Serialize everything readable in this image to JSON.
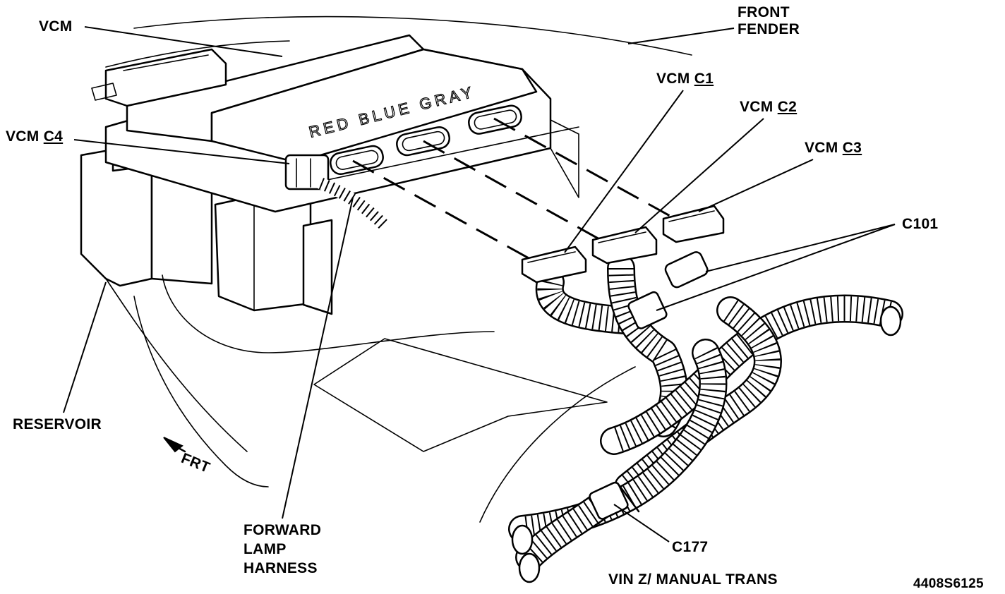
{
  "labels": {
    "vcm": "VCM",
    "front_fender_line1": "FRONT",
    "front_fender_line2": "FENDER",
    "vcm_c1_prefix": "VCM",
    "vcm_c1_code": "C1",
    "vcm_c2_prefix": "VCM",
    "vcm_c2_code": "C2",
    "vcm_c3_prefix": "VCM",
    "vcm_c3_code": "C3",
    "vcm_c4_prefix": "VCM",
    "vcm_c4_code": "C4",
    "c101": "C101",
    "reservoir": "RESERVOIR",
    "frt": "FRT",
    "forward_lamp_line1": "FORWARD",
    "forward_lamp_line2": "LAMP",
    "forward_lamp_line3": "HARNESS",
    "c177": "C177",
    "vin_note": "VIN Z/ MANUAL TRANS",
    "figure_code": "4408S6125",
    "module_text": "RED BLUE GRAY"
  }
}
